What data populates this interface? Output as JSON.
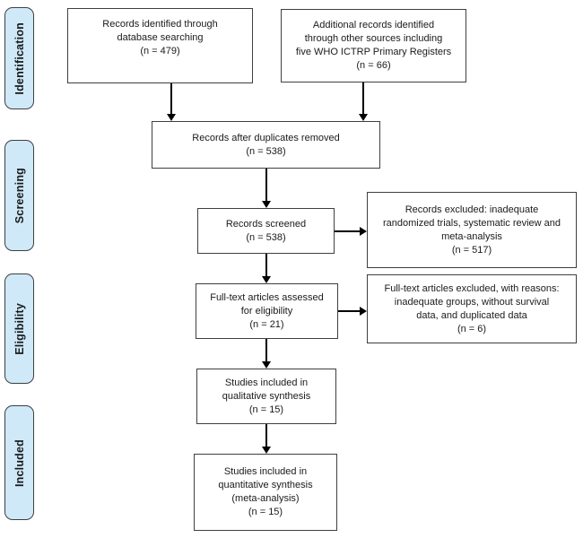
{
  "stages": [
    {
      "label": "Identification"
    },
    {
      "label": "Screening"
    },
    {
      "label": "Eligibility"
    },
    {
      "label": "Included"
    }
  ],
  "boxes": {
    "identified": {
      "text": "Records identified through\ndatabase searching\n(n = 479)"
    },
    "additional": {
      "text": "Additional records identified\nthrough other sources including\nfive WHO ICTRP Primary Registers\n(n = 66)"
    },
    "duplicates": {
      "text": "Records after duplicates removed\n(n = 538)"
    },
    "screened": {
      "text": "Records screened\n(n = 538)"
    },
    "rec_excluded": {
      "text": "Records excluded: inadequate\nrandomized trials, systematic review and\nmeta-analysis\n(n = 517)"
    },
    "fulltext": {
      "text": "Full-text articles assessed\nfor eligibility\n(n = 21)"
    },
    "ft_excluded": {
      "text": "Full-text articles excluded, with reasons:\ninadequate groups, without survival\ndata, and duplicated data\n(n = 6)"
    },
    "qualitative": {
      "text": "Studies included in\nqualitative synthesis\n(n = 15)"
    },
    "quantitative": {
      "text": "Studies included in\nquantitative synthesis\n(meta-analysis)\n(n = 15)"
    }
  },
  "colors": {
    "stage_fill": "#cfe9f9",
    "box_border": "#3f3f3f",
    "arrow": "#000000"
  }
}
